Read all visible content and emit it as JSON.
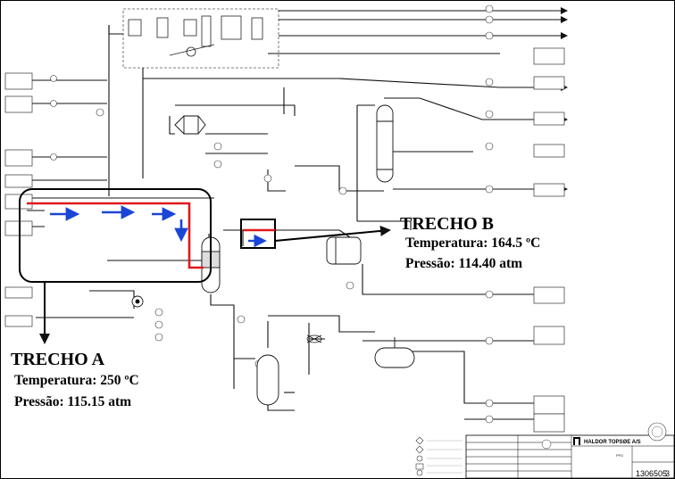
{
  "annotations": {
    "trecho_a": {
      "title": "TRECHO A",
      "temperature": "Temperatura: 250 ºC",
      "pressure": "Pressão: 115.15 atm"
    },
    "trecho_b": {
      "title": "TRECHO B",
      "temperature": "Temperatura: 164.5 ºC",
      "pressure": "Pressão: 114.40 atm"
    }
  },
  "title_block": {
    "company": "HALDOR TOPSØE A/S",
    "document_number": "1306505",
    "revision": "3",
    "sheet": "PFD"
  },
  "colors": {
    "line": "#111111",
    "hot_line": "#e0191b",
    "flow_arrow": "#1a45d6",
    "highlight_box": "#000000"
  }
}
